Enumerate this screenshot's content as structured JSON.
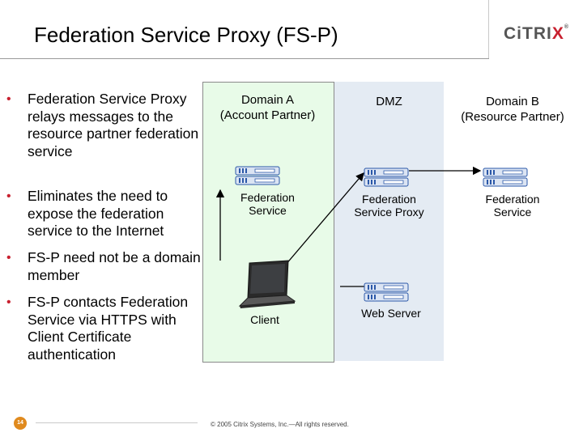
{
  "slide": {
    "title": "Federation Service Proxy (FS-P)",
    "logo": {
      "prefix": "CiTRI",
      "accent": "X",
      "mark": "®"
    },
    "bullets": [
      "Federation Service Proxy relays messages to the resource partner federation service",
      "Eliminates the need to expose the federation service to the Internet",
      "FS-P need not be a domain member",
      "FS-P contacts Federation Service via HTTPS with Client Certificate authentication"
    ],
    "page_number": "14",
    "copyright": "© 2005 Citrix Systems, Inc.—All rights reserved."
  },
  "diagram": {
    "domain_a": {
      "line1": "Domain A",
      "line2": "(Account Partner)"
    },
    "dmz": "DMZ",
    "domain_b": {
      "line1": "Domain B",
      "line2": "(Resource Partner)"
    },
    "federation_service_a": {
      "line1": "Federation",
      "line2": "Service"
    },
    "fs_proxy": {
      "line1": "Federation",
      "line2": "Service Proxy"
    },
    "federation_service_b": {
      "line1": "Federation",
      "line2": "Service"
    },
    "client": "Client",
    "web_server": "Web Server"
  },
  "colors": {
    "bullet": "#c8202f",
    "domain_a_fill": "#e8fbe8",
    "dmz_fill": "#e4ebf3",
    "server_blue": "#2b58a8",
    "page_badge": "#e08a1e"
  }
}
